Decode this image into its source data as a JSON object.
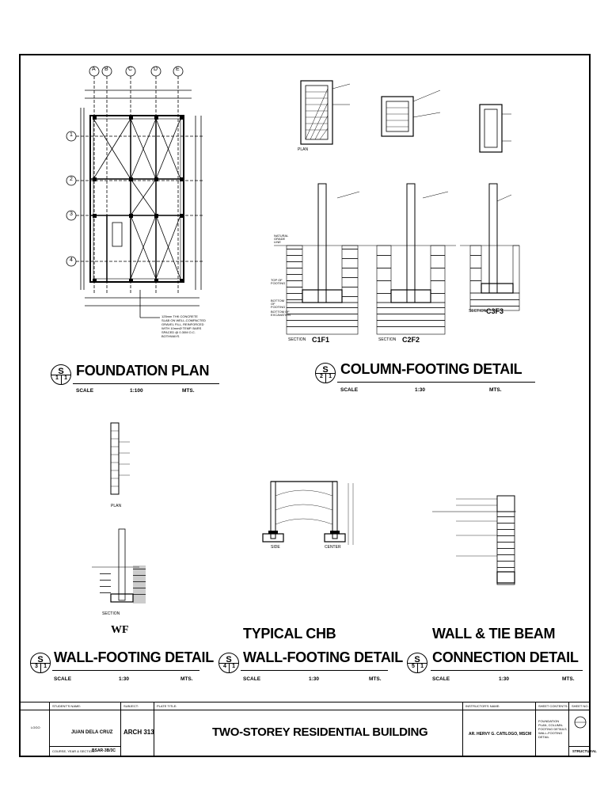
{
  "foundation": {
    "title": "FOUNDATION PLAN",
    "sheet_code": "S",
    "num_left": "1",
    "num_right": "1",
    "scale_label": "SCALE",
    "scale_value": "1:100",
    "unit": "MTS.",
    "grid_letters": [
      "A",
      "B",
      "C",
      "D",
      "E"
    ],
    "grid_numbers": [
      "1",
      "2",
      "3",
      "4"
    ],
    "note": "125mm THK CONCRETE SLAB ON WELL-COMPACTED GRAVEL FILL, REINFORCED WITH 10mmØ TEMP. BARS SPACED @ 0.30M O.C. BOTHWAYS"
  },
  "column_footing": {
    "title": "COLUMN-FOOTING DETAIL",
    "sheet_code": "S",
    "num_left": "2",
    "num_right": "1",
    "scale_label": "SCALE",
    "scale_value": "1:30",
    "unit": "MTS.",
    "plan_label": "PLAN",
    "section_label": "SECTION",
    "footings": [
      "C1F1",
      "C2F2",
      "C3F3"
    ],
    "labels": [
      "NATURAL GRADE LINE",
      "TOP OF FOOTING",
      "BOTTOM OF FOOTING",
      "BOTTOM OF EXCAVATION"
    ]
  },
  "wall_footing": {
    "title": "WALL-FOOTING DETAIL",
    "sheet_code": "S",
    "num_left": "3",
    "num_right": "1",
    "scale_label": "SCALE",
    "scale_value": "1:30",
    "unit": "MTS.",
    "plan_label": "PLAN",
    "section_label": "SECTION",
    "code": "WF"
  },
  "chb_footing": {
    "title_line1": "TYPICAL CHB",
    "title_line2": "WALL-FOOTING DETAIL",
    "sheet_code": "S",
    "num_left": "4",
    "num_right": "1",
    "scale_label": "SCALE",
    "scale_value": "1:30",
    "unit": "MTS.",
    "side_label": "SIDE",
    "center_label": "CENTER"
  },
  "tie_beam": {
    "title_line1": "WALL & TIE BEAM",
    "title_line2": "CONNECTION DETAIL",
    "sheet_code": "S",
    "num_left": "5",
    "num_right": "1",
    "scale_label": "SCALE",
    "scale_value": "1:30",
    "unit": "MTS."
  },
  "title_block": {
    "students_name_label": "STUDENT'S NAME:",
    "subject_label": "SUBJECT:",
    "plate_title_label": "PLATE TITLE:",
    "instructor_label": "INSTRUCTOR'S NAME:",
    "sheet_contents_label": "SHEET CONTENTS:",
    "sheet_no_label": "SHEET NO.:",
    "logo_label": "LOGO",
    "student_name": "JUAN DELA CRUZ",
    "subject": "ARCH 313",
    "plate_title": "TWO-STOREY RESIDENTIAL BUILDING",
    "instructor": "AR. HERVY G. CATILOGO, MSCM",
    "course_label": "COURSE, YEAR & SECTION:",
    "course": "BSAR-3B/3C",
    "sheet_contents": "FOUNDATION PLAN, COLUMN-FOOTING DETAILS, WALL-FOOTING DETAIL",
    "discipline": "STRUCTURAL"
  }
}
